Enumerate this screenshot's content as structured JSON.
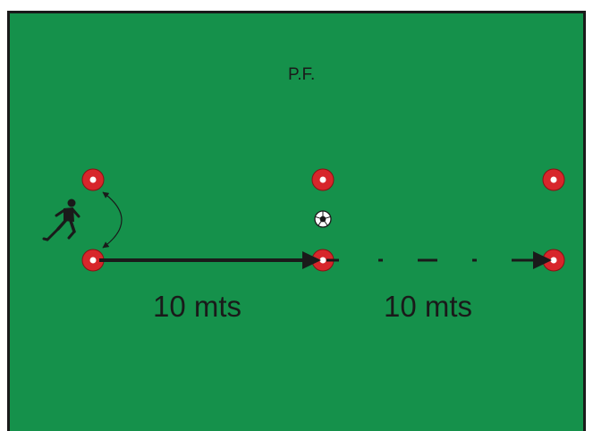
{
  "title": "P.F.",
  "distances": [
    "10 mts",
    "10 mts"
  ],
  "colors": {
    "field": "#15914b",
    "border": "#1a1a1a",
    "cone_ring": "#d7262b",
    "cone_center": "#ffffff",
    "ink": "#1a1a1a"
  },
  "icons": [
    "player-silhouette-icon",
    "ball-icon",
    "cone-icon",
    "curved-double-arrow-icon",
    "arrow-icon"
  ]
}
